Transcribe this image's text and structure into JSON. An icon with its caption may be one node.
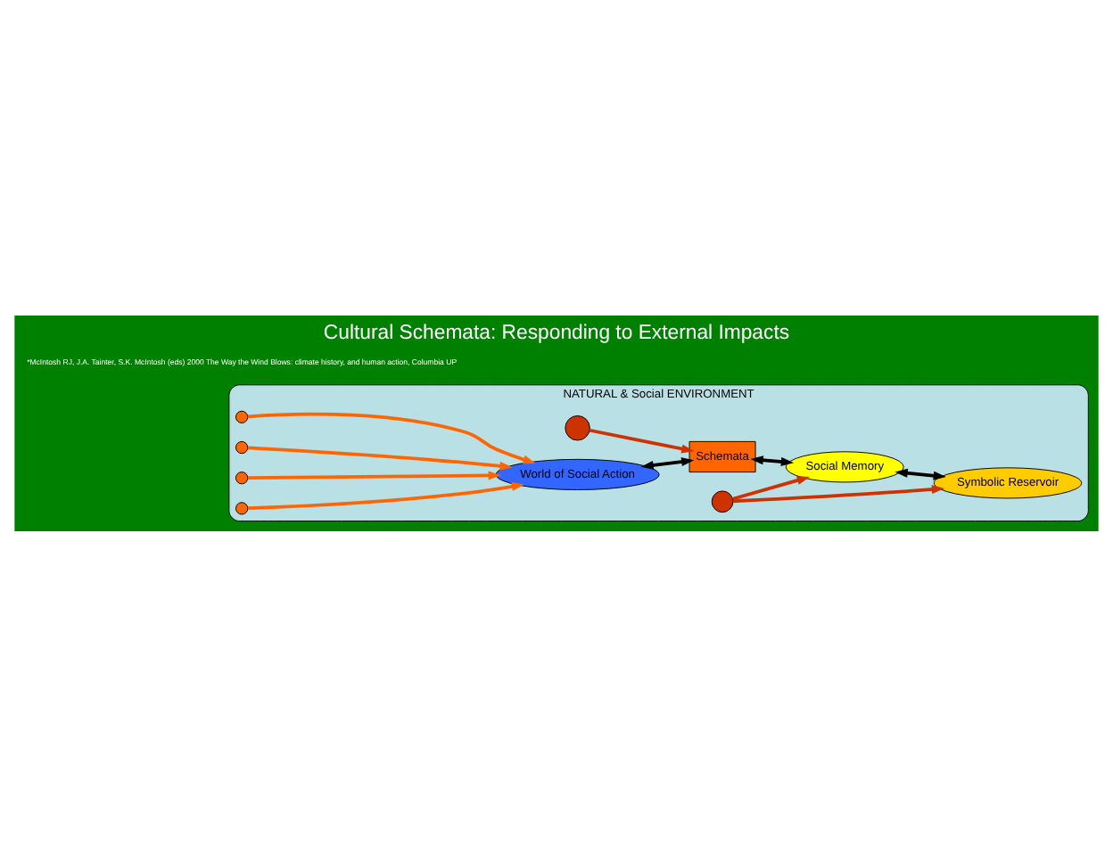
{
  "diagram": {
    "title": "Cultural Schemata: Responding to External Impacts",
    "caption": "*McIntosh RJ, J.A. Tainter, S.K. McIntosh (eds) 2000 The Way the Wind Blows: climate history, and human action, Columbia UP",
    "nodes": [
      {
        "text": [
          "NATURAL & Social ENVIRONMENT"
        ]
      },
      {
        "text": [
          "World of Social Action"
        ],
        "in": 0
      },
      {
        "text": [
          "Schemata"
        ],
        "in": 0
      },
      {
        "text": [
          "Social Memory"
        ],
        "in": 0
      },
      {
        "text": [
          "Symbolic Reservoir"
        ],
        "in": 0
      },
      {
        "text": [],
        "shape": "circle",
        "in": 0
      },
      {
        "text": [],
        "shape": "circle",
        "in": 0
      },
      {
        "text": [],
        "shape": "circle",
        "in": 0
      },
      {
        "text": [],
        "shape": "circle",
        "in": 0
      },
      {
        "text": [],
        "shape": "circle",
        "in": 0
      },
      {
        "text": [],
        "shape": "circle",
        "in": 0
      }
    ],
    "edges": [
      {
        "from": 5,
        "to": 2,
        "arrow": "to",
        "color": "#cc3300"
      },
      {
        "from": 6,
        "to": 1,
        "arrow": "to",
        "color": "#ff6600"
      },
      {
        "from": 7,
        "to": 1,
        "arrow": "to",
        "color": "#ff6600"
      },
      {
        "from": 8,
        "to": 1,
        "arrow": "to",
        "color": "#ff6600"
      },
      {
        "from": 9,
        "to": 1,
        "arrow": "to",
        "color": "#ff6600"
      },
      {
        "from": 1,
        "to": 2,
        "arrow": "both",
        "color": "#000000"
      },
      {
        "from": 2,
        "to": 3,
        "arrow": "both",
        "color": "#000000"
      },
      {
        "from": 3,
        "to": 4,
        "arrow": "both",
        "color": "#000000"
      },
      {
        "from": 10,
        "to": 3,
        "arrow": "to",
        "color": "#cc3300"
      },
      {
        "from": 10,
        "to": 4,
        "arrow": "to",
        "color": "#cc3300"
      }
    ]
  }
}
